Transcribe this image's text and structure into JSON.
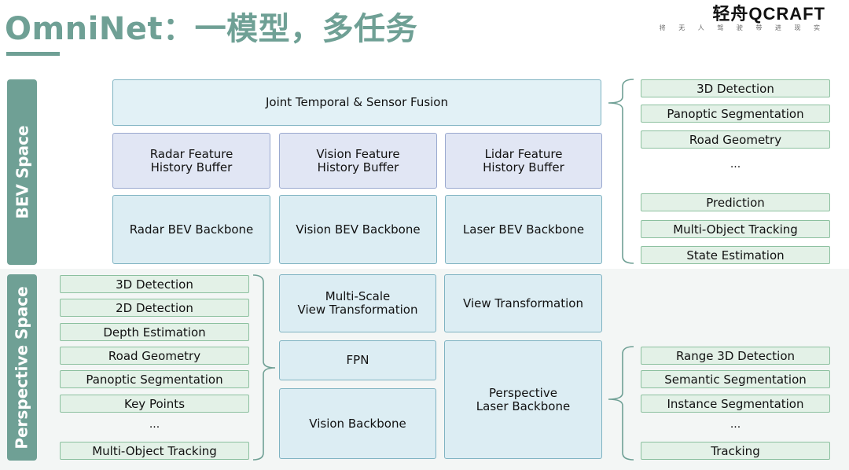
{
  "title": "OmniNet：一模型，多任务",
  "logo": {
    "brand": "轻舟QCRAFT",
    "tagline": "将 无 人 驾 驶 带 进 现 实"
  },
  "sections": {
    "bev": "BEV Space",
    "perspective": "Perspective Space"
  },
  "bev": {
    "fusion": "Joint Temporal & Sensor Fusion",
    "buffers": [
      "Radar Feature\nHistory Buffer",
      "Vision Feature\nHistory Buffer",
      "Lidar Feature\nHistory Buffer"
    ],
    "backbones": [
      "Radar BEV Backbone",
      "Vision BEV Backbone",
      "Laser BEV Backbone"
    ],
    "tasks_top": [
      "3D Detection",
      "Panoptic Segmentation",
      "Road Geometry"
    ],
    "tasks_ellipsis": "...",
    "tasks_bottom": [
      "Prediction",
      "Multi-Object Tracking",
      "State Estimation"
    ]
  },
  "perspective": {
    "left_tasks": [
      "3D Detection",
      "2D Detection",
      "Depth Estimation",
      "Road Geometry",
      "Panoptic Segmentation",
      "Key Points"
    ],
    "left_ellipsis": "...",
    "left_last": "Multi-Object Tracking",
    "multi_scale": "Multi-Scale\nView Transformation",
    "view_transformation": "View Transformation",
    "fpn": "FPN",
    "vision_backbone": "Vision Backbone",
    "laser_backbone": "Perspective\nLaser Backbone",
    "right_tasks": [
      "Range 3D Detection",
      "Semantic Segmentation",
      "Instance Segmentation"
    ],
    "right_ellipsis": "...",
    "right_last": "Tracking"
  }
}
